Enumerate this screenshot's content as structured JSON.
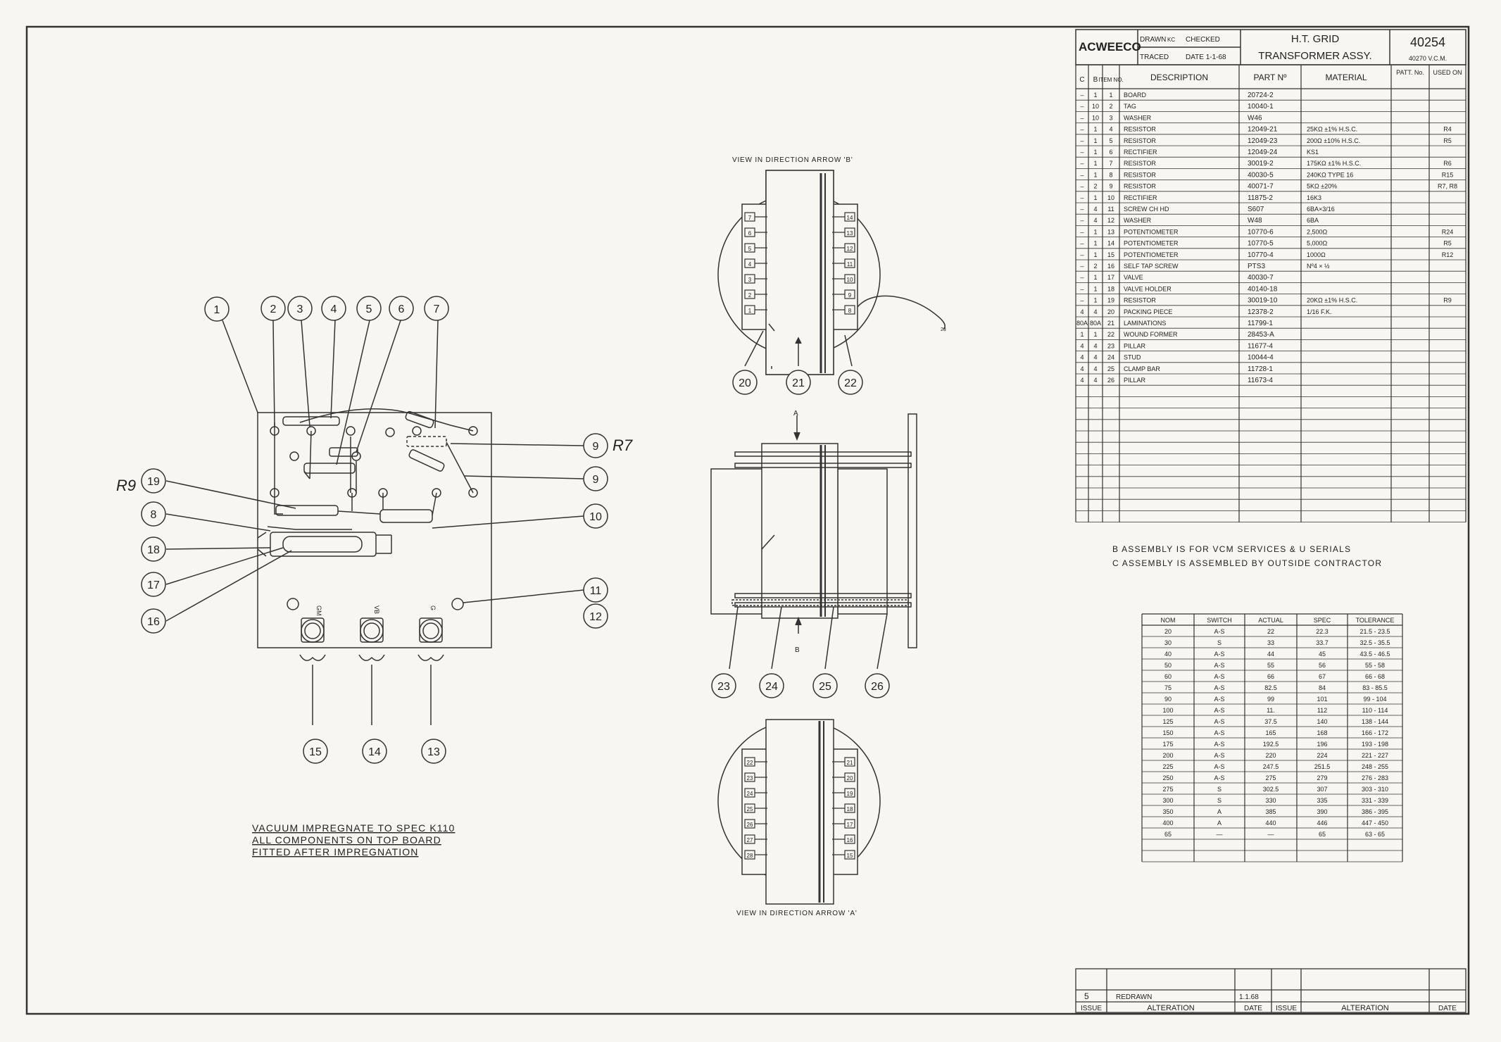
{
  "title_block": {
    "company": "ACWEECO",
    "drawn": "DRAWN",
    "drawn_by": "KC",
    "checked": "CHECKED",
    "traced": "TRACED",
    "date": "DATE 1-1-68",
    "title_line1": "H.T. GRID",
    "title_line2": "TRANSFORMER ASSY.",
    "drawing_number": "40254",
    "drawing_subnumber": "40270 V.C.M."
  },
  "parts_table": {
    "headers": {
      "c": "C",
      "b": "B",
      "item": "ITEM NO.",
      "description": "DESCRIPTION",
      "part_no": "PART Nº",
      "material": "MATERIAL",
      "patt": "PATT. No.",
      "used_on": "USED ON"
    },
    "rows": [
      {
        "c": "–",
        "b": "1",
        "item": "1",
        "desc": "BOARD",
        "part": "20724-2",
        "mat": "",
        "used": ""
      },
      {
        "c": "–",
        "b": "10",
        "item": "2",
        "desc": "TAG",
        "part": "10040-1",
        "mat": "",
        "used": ""
      },
      {
        "c": "–",
        "b": "10",
        "item": "3",
        "desc": "WASHER",
        "part": "W46",
        "mat": "",
        "used": ""
      },
      {
        "c": "–",
        "b": "1",
        "item": "4",
        "desc": "RESISTOR",
        "part": "12049-21",
        "mat": "25KΩ ±1% H.S.C.",
        "used": "R4"
      },
      {
        "c": "–",
        "b": "1",
        "item": "5",
        "desc": "RESISTOR",
        "part": "12049-23",
        "mat": "200Ω ±10% H.S.C.",
        "used": "R5"
      },
      {
        "c": "–",
        "b": "1",
        "item": "6",
        "desc": "RECTIFIER",
        "part": "12049-24",
        "mat": "KS1",
        "used": ""
      },
      {
        "c": "–",
        "b": "1",
        "item": "7",
        "desc": "RESISTOR",
        "part": "30019-2",
        "mat": "175KΩ ±1% H.S.C.",
        "used": "R6"
      },
      {
        "c": "–",
        "b": "1",
        "item": "8",
        "desc": "RESISTOR",
        "part": "40030-5",
        "mat": "240KΩ TYPE 16",
        "used": "R15"
      },
      {
        "c": "–",
        "b": "2",
        "item": "9",
        "desc": "RESISTOR",
        "part": "40071-7",
        "mat": "5KΩ ±20%",
        "used": "R7, R8"
      },
      {
        "c": "–",
        "b": "1",
        "item": "10",
        "desc": "RECTIFIER",
        "part": "11875-2",
        "mat": "16K3",
        "used": ""
      },
      {
        "c": "–",
        "b": "4",
        "item": "11",
        "desc": "SCREW CH HD",
        "part": "S607",
        "mat": "6BA×3/16",
        "used": ""
      },
      {
        "c": "–",
        "b": "4",
        "item": "12",
        "desc": "WASHER",
        "part": "W48",
        "mat": "6BA",
        "used": ""
      },
      {
        "c": "–",
        "b": "1",
        "item": "13",
        "desc": "POTENTIOMETER",
        "part": "10770-6",
        "mat": "2,500Ω",
        "used": "R24"
      },
      {
        "c": "–",
        "b": "1",
        "item": "14",
        "desc": "POTENTIOMETER",
        "part": "10770-5",
        "mat": "5,000Ω",
        "used": "R5"
      },
      {
        "c": "–",
        "b": "1",
        "item": "15",
        "desc": "POTENTIOMETER",
        "part": "10770-4",
        "mat": "1000Ω",
        "used": "R12"
      },
      {
        "c": "–",
        "b": "2",
        "item": "16",
        "desc": "SELF TAP SCREW",
        "part": "PTS3",
        "mat": "Nº4 × ½",
        "used": ""
      },
      {
        "c": "–",
        "b": "1",
        "item": "17",
        "desc": "VALVE",
        "part": "40030-7",
        "mat": "",
        "used": ""
      },
      {
        "c": "–",
        "b": "1",
        "item": "18",
        "desc": "VALVE HOLDER",
        "part": "40140-18",
        "mat": "",
        "used": ""
      },
      {
        "c": "–",
        "b": "1",
        "item": "19",
        "desc": "RESISTOR",
        "part": "30019-10",
        "mat": "20KΩ ±1% H.S.C.",
        "used": "R9"
      },
      {
        "c": "4",
        "b": "4",
        "item": "20",
        "desc": "PACKING PIECE",
        "part": "12378-2",
        "mat": "1/16 F.K.",
        "used": ""
      },
      {
        "c": "80A",
        "b": "80A",
        "item": "21",
        "desc": "LAMINATIONS",
        "part": "11799-1",
        "mat": "",
        "used": ""
      },
      {
        "c": "1",
        "b": "1",
        "item": "22",
        "desc": "WOUND FORMER",
        "part": "28453-A",
        "mat": "",
        "used": ""
      },
      {
        "c": "4",
        "b": "4",
        "item": "23",
        "desc": "PILLAR",
        "part": "11677-4",
        "mat": "",
        "used": ""
      },
      {
        "c": "4",
        "b": "4",
        "item": "24",
        "desc": "STUD",
        "part": "10044-4",
        "mat": "",
        "used": ""
      },
      {
        "c": "4",
        "b": "4",
        "item": "25",
        "desc": "CLAMP BAR",
        "part": "11728-1",
        "mat": "",
        "used": ""
      },
      {
        "c": "4",
        "b": "4",
        "item": "26",
        "desc": "PILLAR",
        "part": "11673-4",
        "mat": "",
        "used": ""
      }
    ]
  },
  "assembly_notes": [
    "B ASSEMBLY IS FOR VCM SERVICES & U SERIALS",
    "C ASSEMBLY IS ASSEMBLED BY OUTSIDE CONTRACTOR"
  ],
  "tolerance_table": {
    "headers": [
      "NOM",
      "SWITCH",
      "ACTUAL",
      "SPEC",
      "TOLERANCE"
    ],
    "rows": [
      [
        "20",
        "A-S",
        "22",
        "22.3",
        "21.5 - 23.5"
      ],
      [
        "30",
        "S",
        "33",
        "33.7",
        "32.5 - 35.5"
      ],
      [
        "40",
        "A-S",
        "44",
        "45",
        "43.5 - 46.5"
      ],
      [
        "50",
        "A-S",
        "55",
        "56",
        "55 - 58"
      ],
      [
        "60",
        "A-S",
        "66",
        "67",
        "66 - 68"
      ],
      [
        "75",
        "A-S",
        "82.5",
        "84",
        "83 - 85.5"
      ],
      [
        "90",
        "A-S",
        "99",
        "101",
        "99 - 104"
      ],
      [
        "100",
        "A-S",
        "11.",
        "112",
        "110 - 114"
      ],
      [
        "125",
        "A-S",
        "37.5",
        "140",
        "138 - 144"
      ],
      [
        "150",
        "A-S",
        "165",
        "168",
        "166 - 172"
      ],
      [
        "175",
        "A-S",
        "192.5",
        "196",
        "193 - 198"
      ],
      [
        "200",
        "A-S",
        "220",
        "224",
        "221 - 227"
      ],
      [
        "225",
        "A-S",
        "247.5",
        "251.5",
        "248 - 255"
      ],
      [
        "250",
        "A-S",
        "275",
        "279",
        "276 - 283"
      ],
      [
        "275",
        "S",
        "302.5",
        "307",
        "303 - 310"
      ],
      [
        "300",
        "S",
        "330",
        "335",
        "331 - 339"
      ],
      [
        "350",
        "A",
        "385",
        "390",
        "386 - 395"
      ],
      [
        "400",
        "A",
        "440",
        "446",
        "447 - 450"
      ],
      [
        "65",
        "—",
        "—",
        "65",
        "63 - 65"
      ]
    ]
  },
  "vacuum_note": [
    "VACUUM IMPREGNATE TO SPEC K110",
    "ALL COMPONENTS ON TOP BOARD",
    "FITTED AFTER IMPREGNATION"
  ],
  "views": {
    "view_b": "VIEW IN DIRECTION ARROW 'B'",
    "view_a": "VIEW IN DIRECTION ARROW 'A'",
    "arrow_a": "A",
    "arrow_b": "B",
    "lead_label": "23"
  },
  "board_labels": {
    "pot_left": "GM",
    "pot_mid": "VB",
    "pot_right": "G"
  },
  "callouts_board": [
    "1",
    "2",
    "3",
    "4",
    "5",
    "6",
    "7",
    "19",
    "8",
    "18",
    "17",
    "16",
    "9",
    "9",
    "10",
    "11",
    "12",
    "15",
    "14",
    "13"
  ],
  "handwritten": {
    "r9": "R9",
    "r7": "R7"
  },
  "callouts_transformer": [
    "20",
    "21",
    "22",
    "23",
    "24",
    "25",
    "26"
  ],
  "terminals_b_left": [
    "7",
    "6",
    "5",
    "4",
    "3",
    "2",
    "1"
  ],
  "terminals_b_right": [
    "14",
    "13",
    "12",
    "11",
    "10",
    "9",
    "8"
  ],
  "terminals_a_left": [
    "22",
    "23",
    "24",
    "25",
    "26",
    "27",
    "28"
  ],
  "terminals_a_right": [
    "21",
    "20",
    "19",
    "18",
    "17",
    "16",
    "15"
  ],
  "revisions": {
    "issue": "5",
    "alteration": "REDRAWN",
    "date": "1.1.68",
    "headers": [
      "ISSUE",
      "ALTERATION",
      "DATE",
      "ISSUE",
      "ALTERATION",
      "DATE"
    ]
  }
}
